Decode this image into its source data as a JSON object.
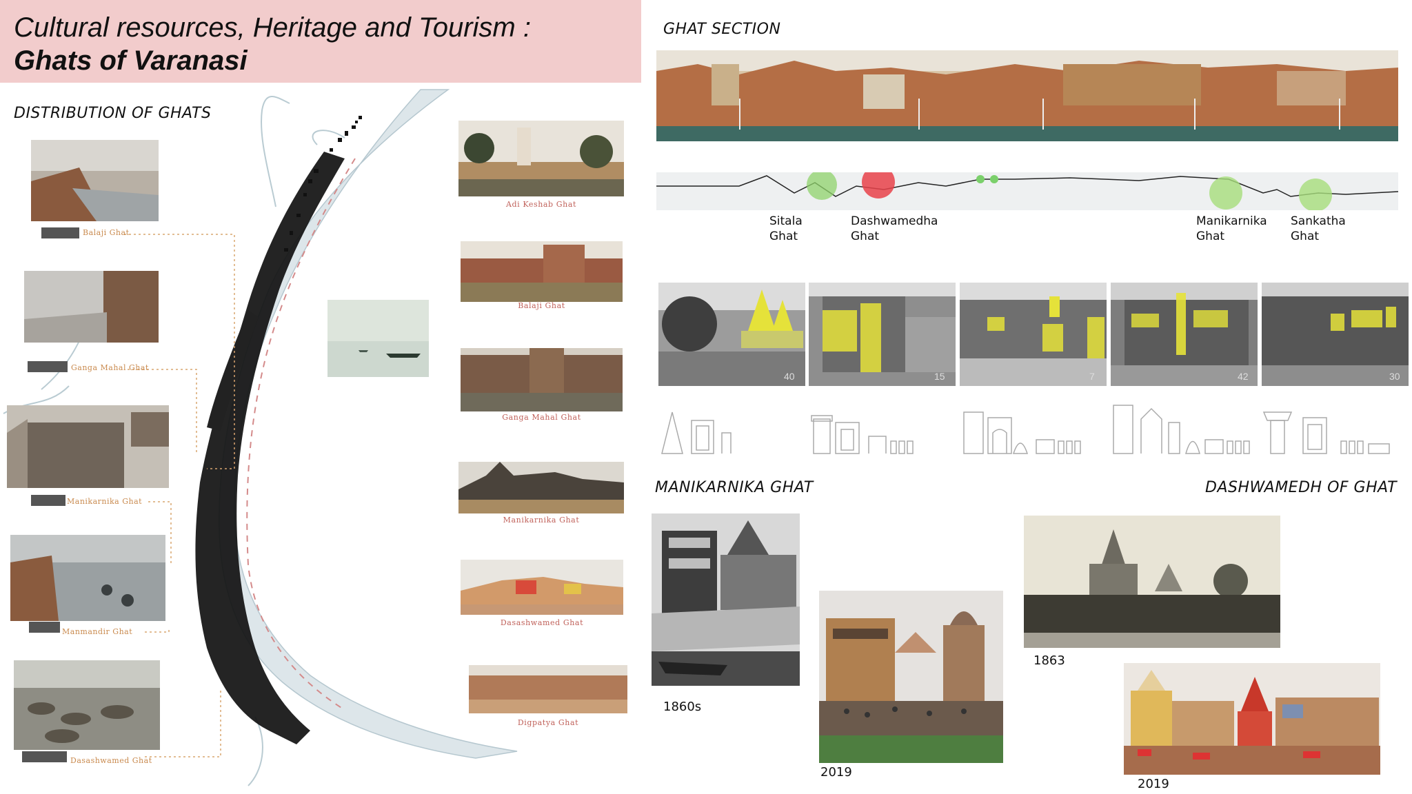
{
  "title": {
    "line1": "Cultural resources, Heritage and Tourism :",
    "line2": "Ghats of Varanasi"
  },
  "distribution": {
    "heading": "DISTRIBUTION OF GHATS",
    "left_labels": [
      "Balaji Ghat",
      "Ganga Mahal Ghat",
      "Manikarnika Ghat",
      "Manmandir Ghat",
      "Dasashwamed Ghat"
    ],
    "right_labels": [
      "Adi Keshab Ghat",
      "Balaji Ghat",
      "Ganga Mahal Ghat",
      "Manikarnika Ghat",
      "Dasashwamed Ghat",
      "Digpatya Ghat"
    ]
  },
  "ghat_section": {
    "heading": "GHAT SECTION",
    "markers": [
      {
        "name": "Sitala",
        "sub": "Ghat"
      },
      {
        "name": "Dashwamedha",
        "sub": "Ghat"
      },
      {
        "name": "Manikarnika",
        "sub": "Ghat"
      },
      {
        "name": "Sankatha",
        "sub": "Ghat"
      }
    ],
    "photo_numbers": [
      "40",
      "15",
      "7",
      "42",
      "30"
    ]
  },
  "manikarnika": {
    "heading": "MANIKARNIKA  GHAT",
    "year_old": "1860s",
    "year_new": "2019"
  },
  "dashwamedh": {
    "heading": "DASHWAMEDH OF GHAT",
    "year_old": "1863",
    "year_new": "2019"
  },
  "colors": {
    "title_band": "#f2cccc",
    "river": "#dfe7ea",
    "label_orange": "#c98a4e",
    "marker_green": "#8fd36b",
    "marker_red": "#e8424a",
    "highlight_yellow": "#e5e23a"
  }
}
